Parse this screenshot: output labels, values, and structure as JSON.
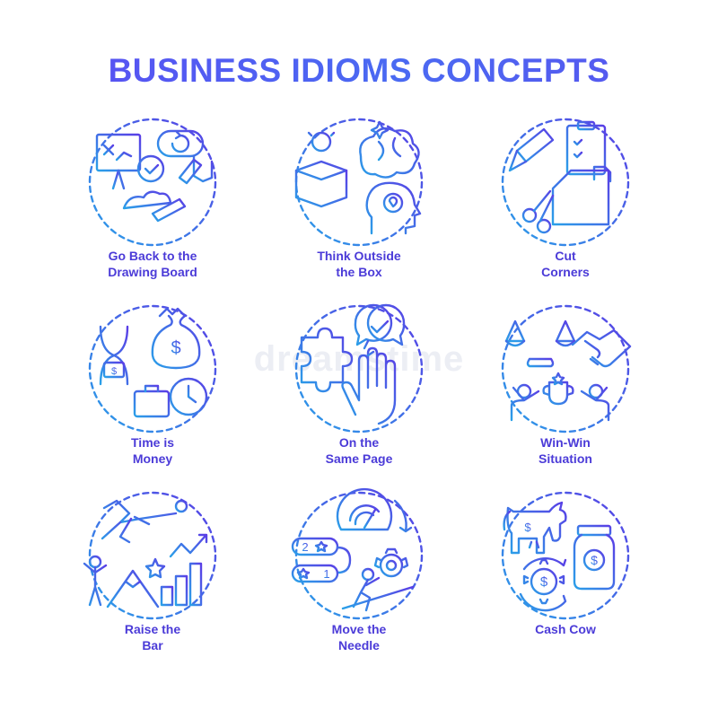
{
  "title": "BUSINESS IDIOMS CONCEPTS",
  "watermark": "dreamstime",
  "colors": {
    "gradient_start": "#2aa0e8",
    "gradient_end": "#5a3ee6",
    "text": "#4b3bd8"
  },
  "concepts": [
    {
      "icon": "drawing-board-icon",
      "line1": "Go Back to the",
      "line2": "Drawing Board"
    },
    {
      "icon": "think-outside-box-icon",
      "line1": "Think Outside",
      "line2": "the Box"
    },
    {
      "icon": "cut-corners-icon",
      "line1": "Cut",
      "line2": "Corners"
    },
    {
      "icon": "time-money-icon",
      "line1": "Time is",
      "line2": "Money"
    },
    {
      "icon": "same-page-icon",
      "line1": "On the",
      "line2": "Same Page"
    },
    {
      "icon": "win-win-icon",
      "line1": "Win-Win",
      "line2": "Situation"
    },
    {
      "icon": "raise-bar-icon",
      "line1": "Raise the",
      "line2": "Bar"
    },
    {
      "icon": "move-needle-icon",
      "line1": "Move the",
      "line2": "Needle"
    },
    {
      "icon": "cash-cow-icon",
      "line1": "Cash Cow",
      "line2": ""
    }
  ]
}
